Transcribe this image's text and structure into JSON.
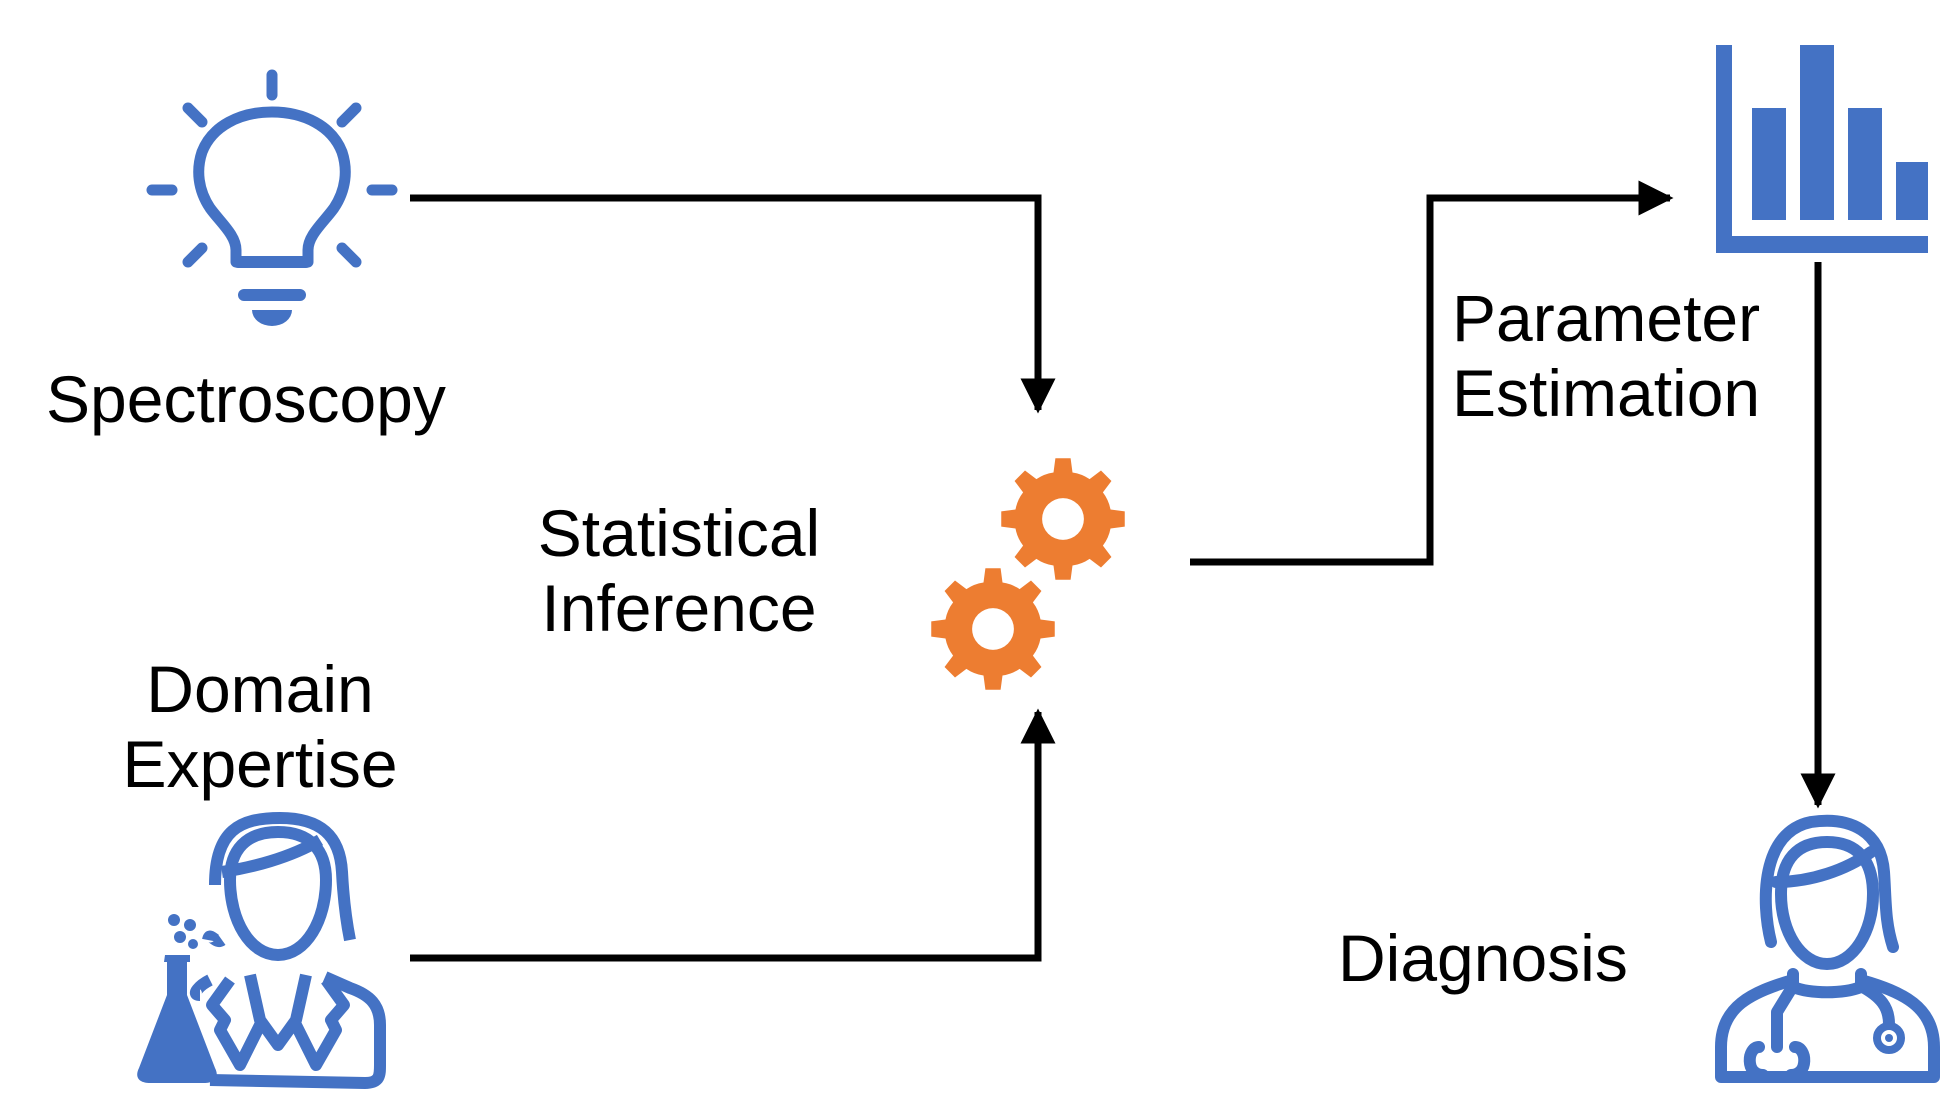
{
  "labels": {
    "spectroscopy": "Spectroscopy",
    "domain_expertise": [
      "Domain",
      "Expertise"
    ],
    "statistical_inference": [
      "Statistical",
      "Inference"
    ],
    "parameter_estimation": [
      "Parameter",
      "Estimation"
    ],
    "diagnosis": "Diagnosis"
  },
  "icons": {
    "spectroscopy": "lightbulb-icon",
    "domain_expertise": "scientist-with-flask-icon",
    "statistical_inference": "gears-icon",
    "parameter_estimation": "bar-chart-icon",
    "diagnosis": "doctor-with-stethoscope-icon"
  },
  "colors": {
    "icon_blue": "#4472C4",
    "gear_orange": "#ED7D31",
    "arrow": "#000000"
  }
}
